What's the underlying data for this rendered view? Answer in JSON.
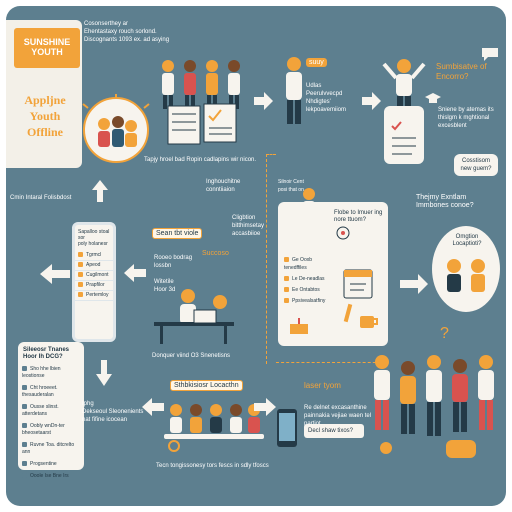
{
  "brand": {
    "logo_line1": "SUNSHINE",
    "logo_line2": "YOUTH"
  },
  "title": "Appljne\nYouth\nOffline",
  "left_caption": "Cmin Intaral Folisbdost",
  "top_note": "Cosonserthey ar\nEhentastaxy rouch sorlond.\nDiscognants 1093 ex. ad asying",
  "row1": {
    "caption": "Tapjy hroel bad Ropin cadlapins wir nicon.",
    "mid_labels": "Udlas\nPeerulvvecpd\nNhdigtes'\nlekpoavemiiom",
    "mid_badge": "suuy",
    "right_title": "Sumbisatve of\nEncorro?",
    "right_text": "Sniene by atemas its\nthislgm k mghtional\nexcesblent",
    "right_question": "Cosstisom\nnew guem?"
  },
  "row2": {
    "center_text": "Inghouchitne\nconntiiaion",
    "card_title": "Silnoir Cent\nposi that on",
    "card_heading": "Flobe to Imuer ing\nnore ttuom?",
    "card_items": [
      "Ge Ooxb tenedffiles",
      "Le De-neadlas",
      "Ee Ontabtos",
      "Ppsivealsatfiny"
    ],
    "right_text": "Thejmy Exntlam\nImmbones conoe?",
    "bubble_text": "Omgtion\nLocaptioti?",
    "center_label": "Cligbtion\nbitthimsetay\naccasbiioe",
    "pill": "Sean tbt viole",
    "success": "Succoso",
    "tablet_title": "Sapalloo stoal sor\npoly holanesr",
    "tablet_items": [
      "Tgrmcl",
      "Apeod",
      "Cugilmont",
      "Prapfilor",
      "Pertemloy"
    ],
    "left_list": "Rooeo bodrag\nlossbn\n\nWitetile\nHoor 3d",
    "bottom_caption": "Donquer viind O3 Snenetisns"
  },
  "row3": {
    "card_title": "Sileeosr Tnanes\nHoor Ih DCG?",
    "card_items": [
      "Sho hhe lbien leostionse",
      "Cht hroeeet. thesauderalan",
      "Ousse slinst. atterdetans",
      "Oobly wnDn-ter bheosetaarst",
      "Ruvne Toa. ditcrelto ann",
      "Progsentine",
      "Ooole Ise Bne Irs"
    ],
    "left_text": "Iphg\nDekseoul Sleonenients\nnat fifine icocean",
    "center_badge": "Sthbkisiosr Locacthn",
    "center_caption": "Tecn tongissonesy tors fescs in sdly tfoscs",
    "right_title": "laser tyom",
    "right_text": "Re delnet excasanthine\npainnakia vejiae waen tel\npartiot",
    "right_button": "Decl shaw tixos?"
  },
  "colors": {
    "panel": "#5d7f8f",
    "accent": "#f2a33a",
    "card": "#f7f4ee",
    "ink": "#243a47"
  }
}
